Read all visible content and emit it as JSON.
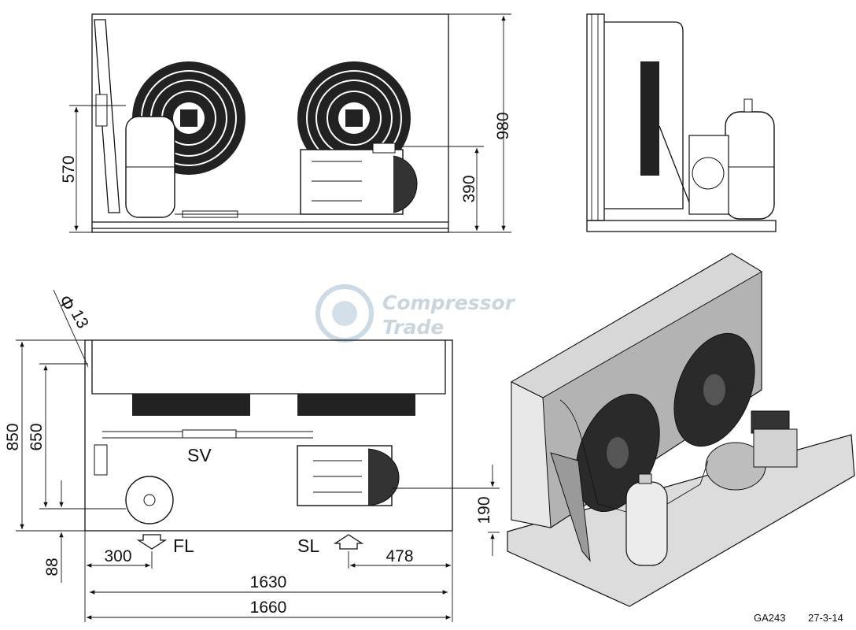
{
  "drawing": {
    "watermark_line1": "Compressor",
    "watermark_line2": "Trade",
    "drawing_code": "GA243",
    "date": "27-3-14"
  },
  "front_view": {
    "dim_height_total": "980",
    "dim_height_receiver": "570",
    "dim_height_compressor": "390"
  },
  "top_view": {
    "dim_depth_total": "850",
    "dim_depth_inner": "650",
    "dim_mount_hole": "13",
    "dim_fl_offset": "300",
    "dim_sl_offset": "478",
    "dim_edge": "88",
    "dim_sl_height": "190",
    "dim_width_inner": "1630",
    "dim_width_total": "1660",
    "label_sv": "SV",
    "label_fl": "FL",
    "label_sl": "SL",
    "phi_symbol": "Φ"
  }
}
